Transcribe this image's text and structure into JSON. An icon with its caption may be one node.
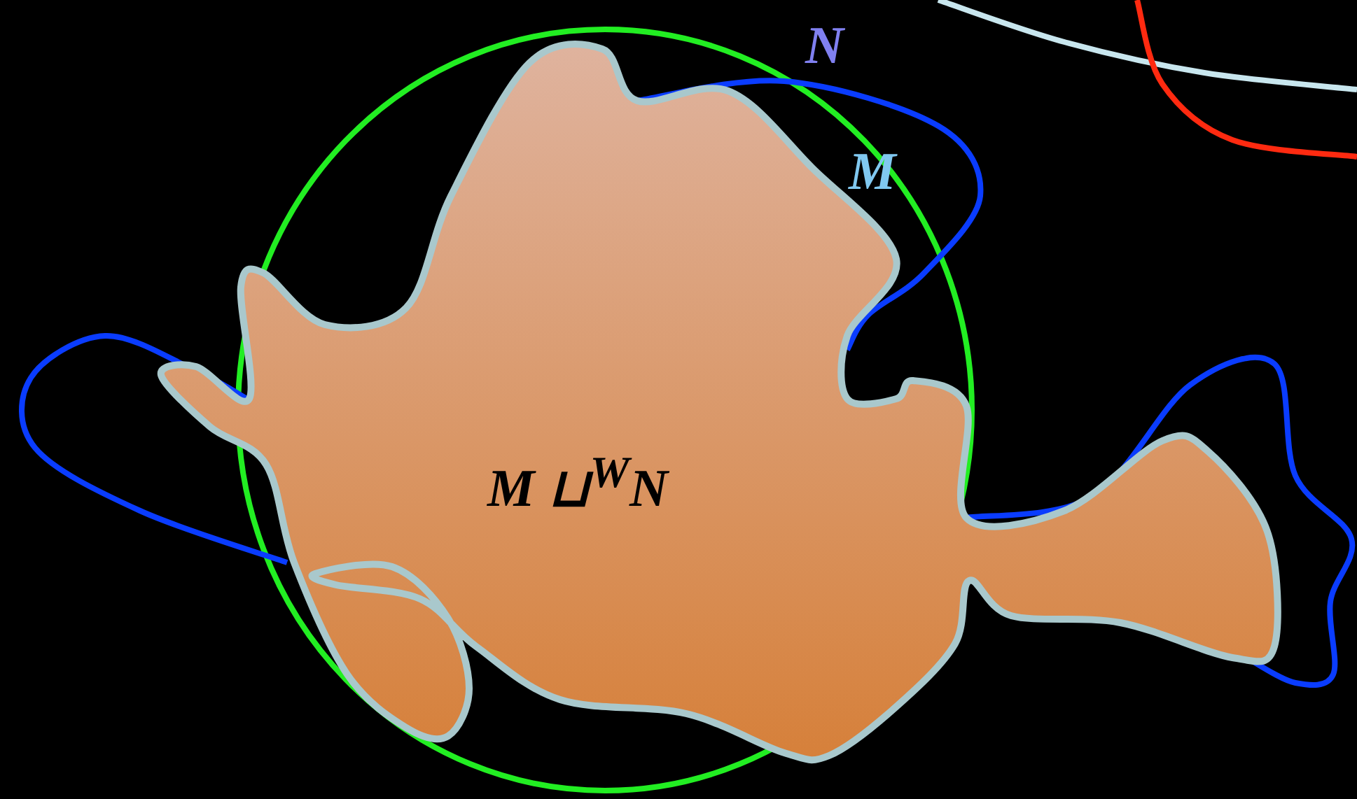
{
  "diagram": {
    "nodes": [
      {
        "text": [
          "M ⊔$^{W}$N"
        ]
      }
    ],
    "labels": [
      "N",
      "M"
    ]
  }
}
